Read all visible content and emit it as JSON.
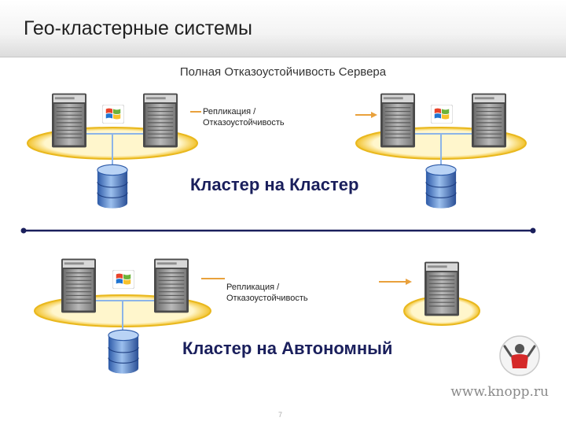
{
  "header": {
    "title": "Гео-кластерные системы"
  },
  "subtitle": "Полная Отказоустойчивость Сервера",
  "top_section": {
    "replication_line1": "Репликация /",
    "replication_line2": "Отказоустойчивость",
    "caption": "Кластер на Кластер"
  },
  "bottom_section": {
    "replication_line1": "Репликация /",
    "replication_line2": "Отказоустойчивость",
    "caption": "Кластер на Автономный"
  },
  "footer": {
    "site": "www.knopp.ru"
  },
  "page_number": "7",
  "colors": {
    "ring": "#f5cf3a",
    "link": "#8cb4e8",
    "divider": "#1a1f5c",
    "arrow": "#e9a13c",
    "db": "#3f6fc2"
  },
  "icons": [
    "server-icon",
    "windows-logo-icon",
    "database-icon",
    "logo-figure-icon"
  ]
}
